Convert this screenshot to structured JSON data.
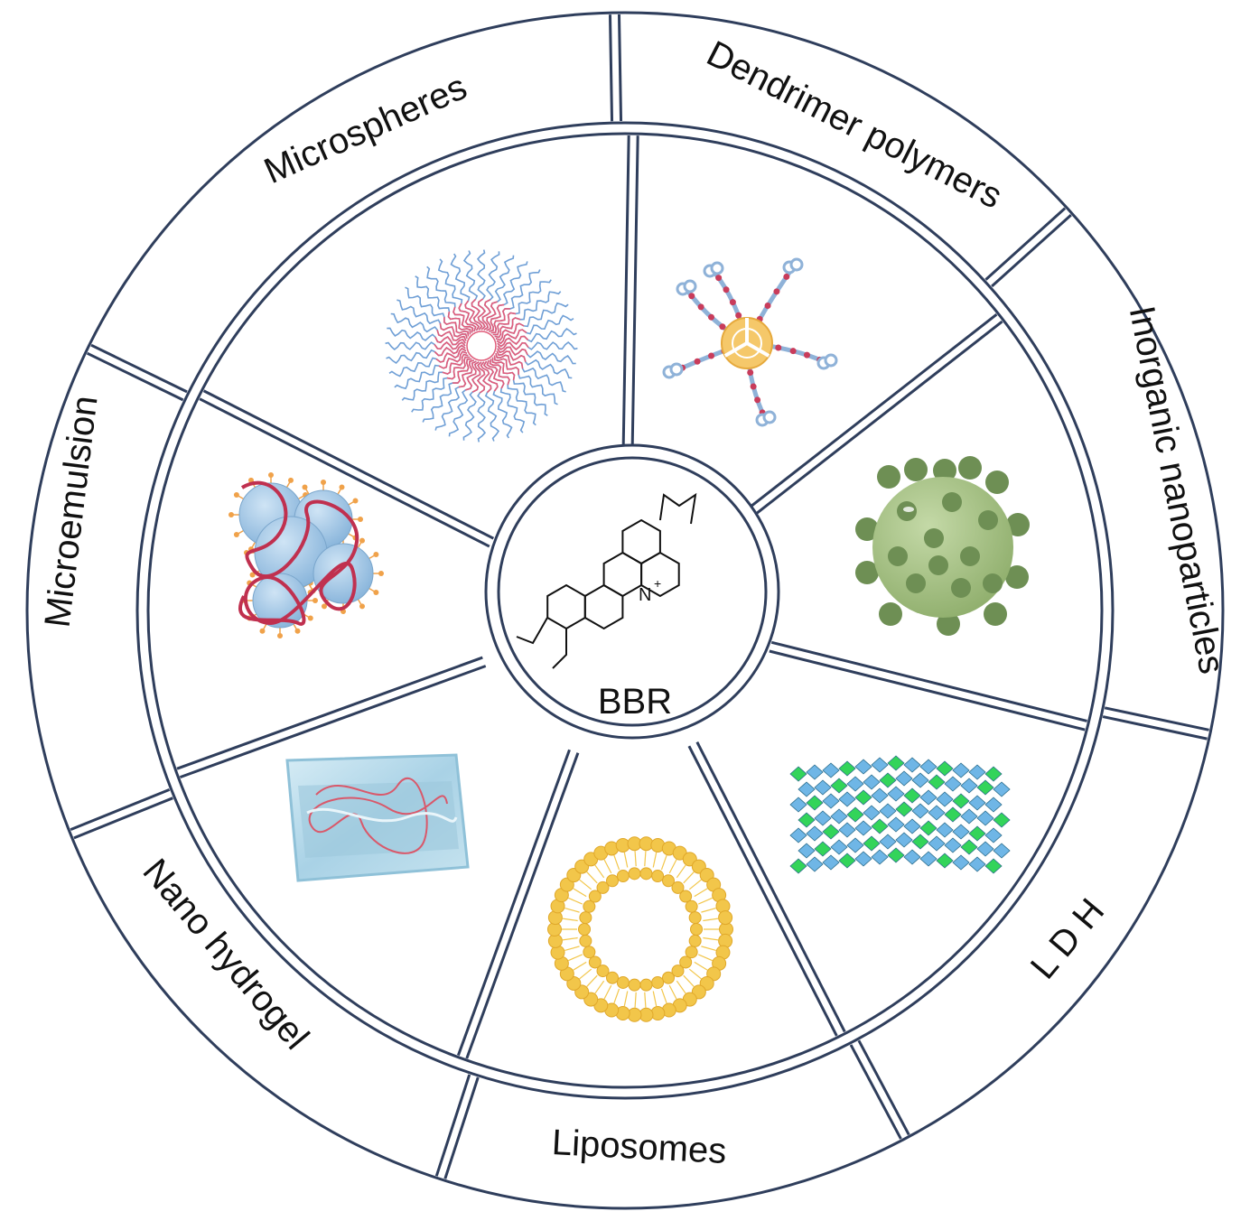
{
  "center": {
    "label": "BBR",
    "structure_labels": {
      "nitrogen": "N",
      "charge": "+"
    }
  },
  "segments": [
    {
      "key": "microspheres",
      "label": "Microspheres",
      "illustration": "micelle-strands"
    },
    {
      "key": "dendrimer",
      "label": "Dendrimer polymers",
      "illustration": "dendrimer-star"
    },
    {
      "key": "inorganic",
      "label": "Inorganic nanoparticles",
      "illustration": "spiked-green-sphere"
    },
    {
      "key": "ldh",
      "label": "L D H",
      "illustration": "layered-double-hydroxide-lattice"
    },
    {
      "key": "liposomes",
      "label": "Liposomes",
      "illustration": "lipid-bilayer-ring"
    },
    {
      "key": "hydrogel",
      "label": "Nano hydrogel",
      "illustration": "hydrogel-block"
    },
    {
      "key": "microemulsion",
      "label": "Microemulsion",
      "illustration": "droplet-cluster"
    }
  ],
  "colors": {
    "outline": "#2f3e5c",
    "micelle_blue": "#6f9fd6",
    "micelle_red": "#e05c7a",
    "dendrimer_core": "#f5c86a",
    "dendrimer_arm": "#8fb2d8",
    "dendrimer_bead": "#c93c5b",
    "nanoparticle_body": "#a8c486",
    "nanoparticle_spike": "#6e8f54",
    "ldh_green": "#33d45a",
    "ldh_blue": "#6fb6e6",
    "lipid_gold": "#f2c64a",
    "hydrogel_ice": "#b8dcea",
    "hydrogel_strand": "#d9586a",
    "emulsion_drop": "#9ec5e6",
    "emulsion_strand": "#c0304f",
    "emulsion_tail": "#f0a24a"
  }
}
